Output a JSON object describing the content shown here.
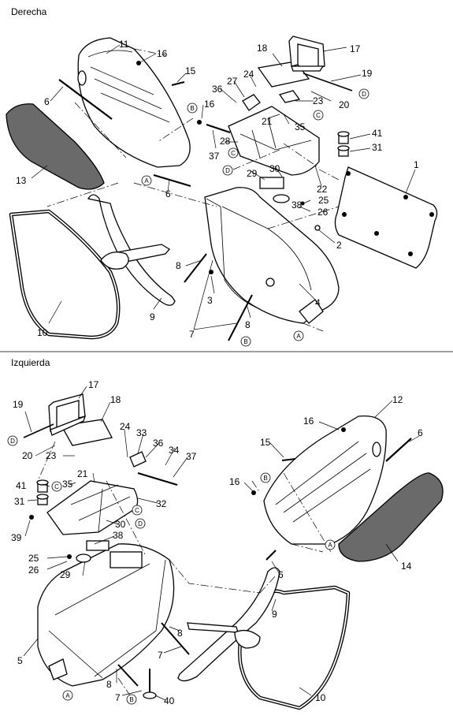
{
  "sections": {
    "top": "Derecha",
    "bottom": "Izquierda"
  },
  "callouts": {
    "A": "A",
    "B": "B",
    "C": "C",
    "D": "D"
  },
  "top_labels": [
    "11",
    "16",
    "15",
    "6",
    "16",
    "13",
    "6",
    "18",
    "17",
    "19",
    "24",
    "27",
    "36",
    "23",
    "20",
    "21",
    "35",
    "28",
    "37",
    "29",
    "30",
    "22",
    "41",
    "31",
    "1",
    "25",
    "38",
    "26",
    "2",
    "8",
    "3",
    "4",
    "9",
    "10",
    "7",
    "8"
  ],
  "bottom_labels": [
    "17",
    "18",
    "19",
    "20",
    "23",
    "24",
    "33",
    "36",
    "34",
    "37",
    "41",
    "35",
    "21",
    "31",
    "32",
    "30",
    "39",
    "38",
    "25",
    "26",
    "29",
    "12",
    "16",
    "15",
    "6",
    "16",
    "14",
    "6",
    "9",
    "5",
    "8",
    "7",
    "8",
    "7",
    "40",
    "10"
  ]
}
